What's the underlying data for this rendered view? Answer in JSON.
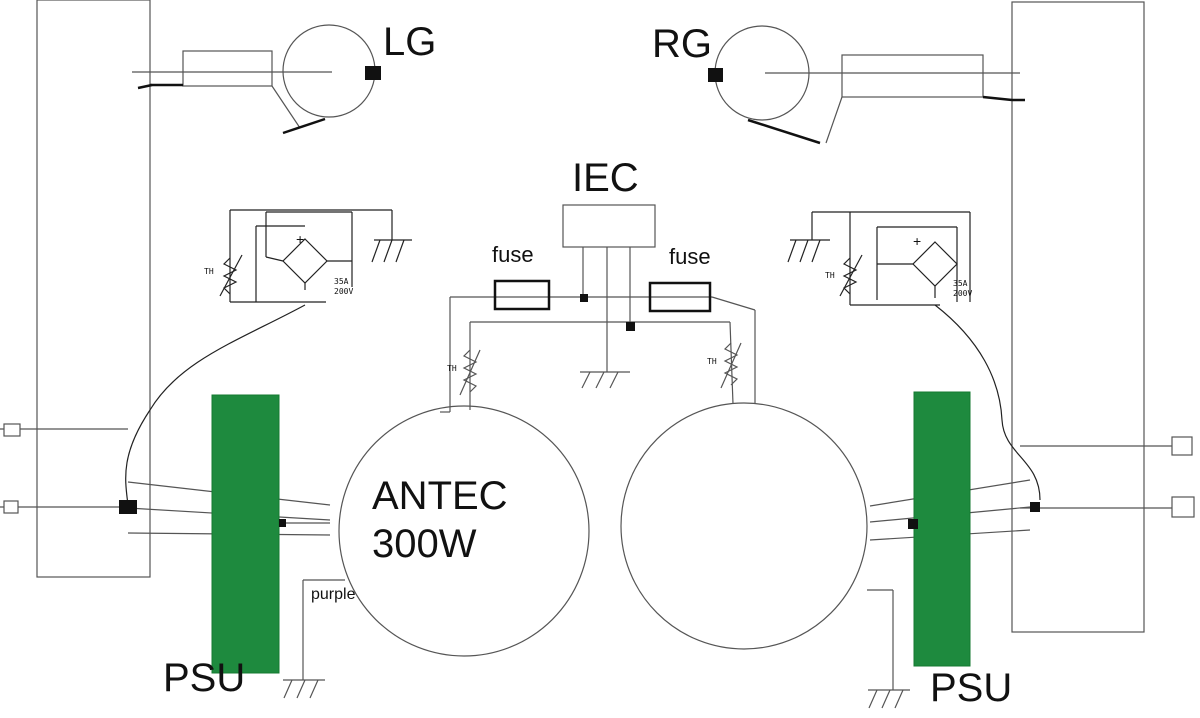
{
  "labels": {
    "left_gauge": "LG",
    "right_gauge": "RG",
    "iec": "IEC",
    "fuse_left": "fuse",
    "fuse_right": "fuse",
    "transformer_line1": "ANTEC",
    "transformer_line2": "300W",
    "psu_left": "PSU",
    "psu_right": "PSU",
    "purple_wire": "purple",
    "th_left": "TH",
    "th_center_left": "TH",
    "th_center_right": "TH",
    "th_right": "TH",
    "bridge_left_rating_a": "35A",
    "bridge_left_rating_v": "200V",
    "bridge_right_rating_a": "35A",
    "bridge_right_rating_v": "200V",
    "bridge_plus": "+"
  },
  "colors": {
    "psu_fill": "#1e8a3e",
    "line": "#555555",
    "dark_line": "#111111"
  }
}
